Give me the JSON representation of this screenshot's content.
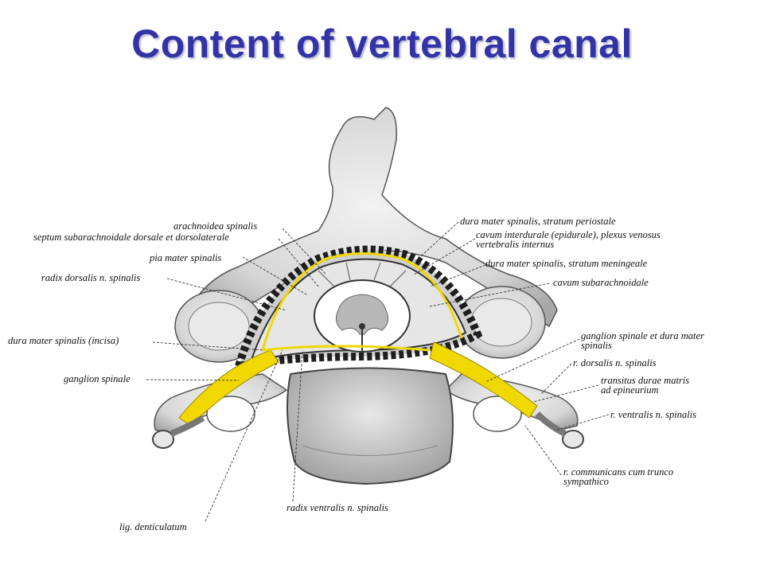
{
  "title": "Content of vertebral canal",
  "colors": {
    "title": "#3333a6",
    "nerve": "#f0d800",
    "bone": "#dcdcdc",
    "dura": "#2b2b2b"
  },
  "labels": {
    "arachnoidea": "arachnoidea spinalis",
    "septum": "septum subarachnoidale dorsale et dorsolaterale",
    "pia": "pia mater spinalis",
    "radix_dorsalis": "radix dorsalis n. spinalis",
    "dura_incisa": "dura mater spinalis (incisa)",
    "ganglion_spinale": "ganglion spinale",
    "dura_periostale": "dura mater spinalis, stratum periostale",
    "cavum_interdurale_1": "cavum interdurale (epidurale), plexus venosus",
    "cavum_interdurale_2": "vertebralis internus",
    "dura_meningeale": "dura mater spinalis, stratum meningeale",
    "cavum_subarachnoidale": "cavum subarachnoidale",
    "ganglion_dura_1": "ganglion spinale et dura mater",
    "ganglion_dura_2": "spinalis",
    "r_dorsalis": "r. dorsalis n. spinalis",
    "transitus_1": "transitus durae matris",
    "transitus_2": "ad epineurium",
    "r_ventralis": "r. ventralis n. spinalis",
    "r_communicans_1": "r. communicans cum trunco",
    "r_communicans_2": "sympathico",
    "radix_ventralis": "radix ventralis n. spinalis",
    "lig_denticulatum": "lig. denticulatum"
  }
}
